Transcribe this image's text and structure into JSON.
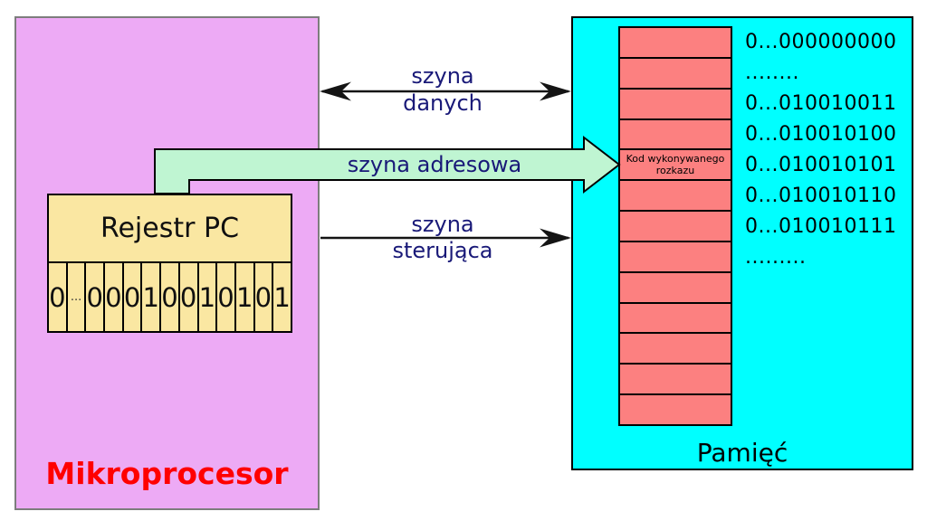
{
  "microprocessor": {
    "label": "Mikroprocesor",
    "register": {
      "title": "Rejestr PC",
      "bits": [
        "0",
        "...",
        "0",
        "0",
        "0",
        "1",
        "0",
        "0",
        "1",
        "0",
        "1",
        "0",
        "1"
      ]
    }
  },
  "memory": {
    "label": "Pamięć",
    "rows": [
      {
        "address": "0...000000000",
        "content": ""
      },
      {
        "address": "........",
        "content": ""
      },
      {
        "address": "0...010010011",
        "content": ""
      },
      {
        "address": "0...010010100",
        "content": ""
      },
      {
        "address": "0...010010101",
        "content": "Kod wykonywanego rozkazu"
      },
      {
        "address": "0...010010110",
        "content": ""
      },
      {
        "address": "0...010010111",
        "content": ""
      },
      {
        "address": ".........",
        "content": ""
      },
      {
        "address": "",
        "content": ""
      },
      {
        "address": "",
        "content": ""
      },
      {
        "address": "",
        "content": ""
      },
      {
        "address": "",
        "content": ""
      },
      {
        "address": "",
        "content": ""
      }
    ]
  },
  "buses": {
    "data": {
      "line1": "szyna",
      "line2": "danych"
    },
    "address": {
      "label": "szyna adresowa"
    },
    "control": {
      "line1": "szyna",
      "line2": "sterująca"
    }
  },
  "colors": {
    "microprocessor_fill": "#edaaf5",
    "register_fill": "#fae7a2",
    "memory_fill": "#00ffff",
    "memory_cell_fill": "#fc8080",
    "address_bus_fill": "#bff5d2",
    "bus_label_text": "#191978",
    "microprocessor_label_text": "#ff0000"
  }
}
